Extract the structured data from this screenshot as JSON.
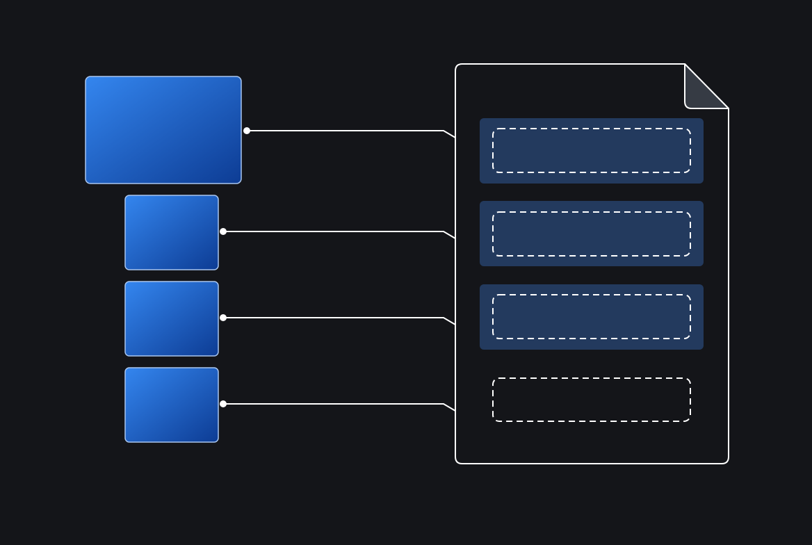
{
  "diagram": {
    "title": "",
    "colors": {
      "background": "#141519",
      "block_light": "#3486ef",
      "block_dark": "#0d3c94",
      "block_border": "#a9c6f0",
      "connector": "#ffffff",
      "document_stroke": "#ffffff",
      "document_fold": "#363b44",
      "slot_fill": "#233a5e",
      "slot_dash": "#ffffff"
    },
    "source_blocks": [
      {
        "id": "block-1",
        "size": "large",
        "text": ""
      },
      {
        "id": "block-2",
        "size": "small",
        "text": ""
      },
      {
        "id": "block-3",
        "size": "small",
        "text": ""
      },
      {
        "id": "block-4",
        "size": "small",
        "text": ""
      }
    ],
    "document": {
      "icon": "document-icon",
      "slots": [
        {
          "id": "slot-1",
          "filled": true,
          "text": ""
        },
        {
          "id": "slot-2",
          "filled": true,
          "text": ""
        },
        {
          "id": "slot-3",
          "filled": true,
          "text": ""
        },
        {
          "id": "slot-4",
          "filled": false,
          "text": ""
        }
      ]
    },
    "connections": [
      {
        "from": "block-1",
        "to": "slot-1"
      },
      {
        "from": "block-2",
        "to": "slot-2"
      },
      {
        "from": "block-3",
        "to": "slot-3"
      },
      {
        "from": "block-4",
        "to": "slot-4"
      }
    ]
  }
}
